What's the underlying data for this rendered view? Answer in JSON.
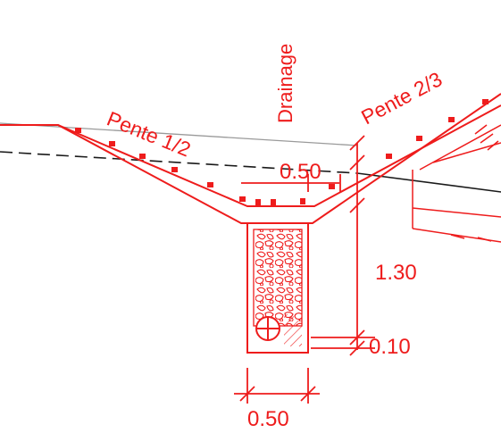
{
  "drawing": {
    "labels": {
      "drainage": "Drainage",
      "slope_left": "Pente 1/2",
      "slope_right": "Pente 2/3",
      "dim_top_width": "0.50",
      "dim_depth": "1.30",
      "dim_bottom_gap": "0.10",
      "dim_trench_width": "0.50"
    },
    "colors": {
      "drawing_red": "#ee1c1c",
      "reference_line": "#1a1a1a",
      "ground_line": "#9a9a9a"
    }
  }
}
